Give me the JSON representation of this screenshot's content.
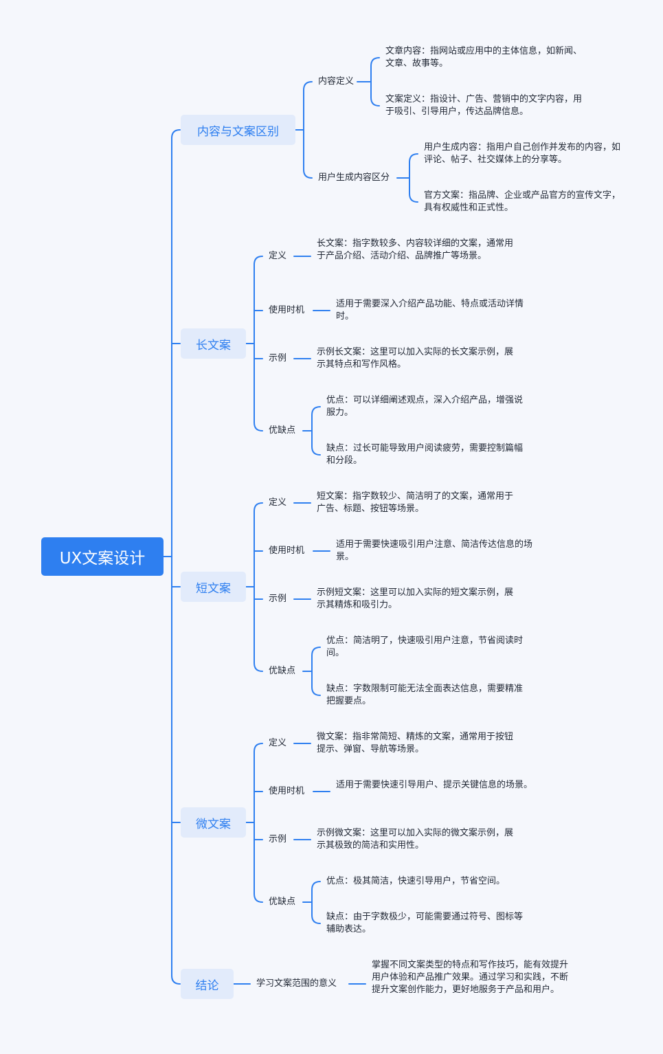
{
  "root": "UX文案设计",
  "sections": {
    "s1": {
      "title": "内容与文案区别",
      "g1": {
        "label": "内容定义",
        "leaf1": "文章内容：指网站或应用中的主体信息，如新闻、文章、故事等。",
        "leaf2": "文案定义：指设计、广告、营销中的文字内容，用于吸引、引导用户，传达品牌信息。"
      },
      "g2": {
        "label": "用户生成内容区分",
        "leaf1": "用户生成内容：指用户自己创作并发布的内容，如评论、帖子、社交媒体上的分享等。",
        "leaf2": "官方文案：指品牌、企业或产品官方的宣传文字，具有权威性和正式性。"
      }
    },
    "s2": {
      "title": "长文案",
      "def_label": "定义",
      "def": "长文案：指字数较多、内容较详细的文案，通常用于产品介绍、活动介绍、品牌推广等场景。",
      "when_label": "使用时机",
      "when": "适用于需要深入介绍产品功能、特点或活动详情时。",
      "ex_label": "示例",
      "ex": "示例长文案：这里可以加入实际的长文案示例，展示其特点和写作风格。",
      "pc_label": "优缺点",
      "pro": "优点：可以详细阐述观点，深入介绍产品，增强说服力。",
      "con": "缺点：过长可能导致用户阅读疲劳，需要控制篇幅和分段。"
    },
    "s3": {
      "title": "短文案",
      "def_label": "定义",
      "def": "短文案：指字数较少、简洁明了的文案，通常用于广告、标题、按钮等场景。",
      "when_label": "使用时机",
      "when": "适用于需要快速吸引用户注意、简洁传达信息的场景。",
      "ex_label": "示例",
      "ex": "示例短文案：这里可以加入实际的短文案示例，展示其精炼和吸引力。",
      "pc_label": "优缺点",
      "pro": "优点：简洁明了，快速吸引用户注意，节省阅读时间。",
      "con": "缺点：字数限制可能无法全面表达信息，需要精准把握要点。"
    },
    "s4": {
      "title": "微文案",
      "def_label": "定义",
      "def": "微文案：指非常简短、精炼的文案，通常用于按钮提示、弹窗、导航等场景。",
      "when_label": "使用时机",
      "when": "适用于需要快速引导用户、提示关键信息的场景。",
      "ex_label": "示例",
      "ex": "示例微文案：这里可以加入实际的微文案示例，展示其极致的简洁和实用性。",
      "pc_label": "优缺点",
      "pro": "优点：极其简洁，快速引导用户，节省空间。",
      "con": "缺点：由于字数极少，可能需要通过符号、图标等辅助表达。"
    },
    "s5": {
      "title": "结论",
      "label": "学习文案范围的意义",
      "leaf": "掌握不同文案类型的特点和写作技巧，能有效提升用户体验和产品推广效果。通过学习和实践，不断提升文案创作能力，更好地服务于产品和用户。"
    }
  },
  "colors": {
    "line": "#2e7ff0",
    "root_bg": "#2e7ff0",
    "l1_bg": "#e2ebfb",
    "l1_text": "#2e7ff0",
    "text": "#1f2633"
  }
}
